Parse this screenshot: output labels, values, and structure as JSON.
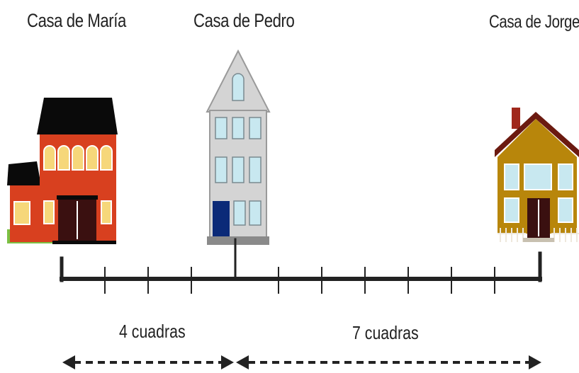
{
  "houses": [
    {
      "label": "Casa de María"
    },
    {
      "label": "Casa de Pedro"
    },
    {
      "label": "Casa de Jorge"
    }
  ],
  "distances": [
    {
      "label": "4 cuadras",
      "blocks": 4
    },
    {
      "label": "7 cuadras",
      "blocks": 7
    }
  ],
  "number_line": {
    "total_blocks": 11
  },
  "colors": {
    "maria_wall": "#d8401f",
    "maria_roof": "#0a0a0a",
    "pedro_wall": "#d4d4d4",
    "pedro_door": "#0b2a78",
    "jorge_wall": "#b8860b",
    "jorge_roof": "#6b1a10",
    "line": "#222222"
  }
}
